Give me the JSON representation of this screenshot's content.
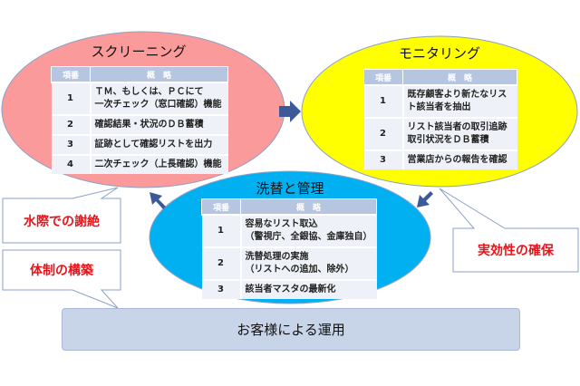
{
  "colors": {
    "screening": "#fb9a9a",
    "monitoring": "#ffff00",
    "management": "#00b0f0",
    "arrow": "#3c5a9a",
    "callout_text": "#e8141a"
  },
  "table_header": {
    "no": "項番",
    "summary": "概　略"
  },
  "screening": {
    "title": "スクリーニング",
    "rows": [
      {
        "no": "1",
        "text": "ＴＭ、もしくは、ＰＣにて\n一次チェック（窓口確認）機能"
      },
      {
        "no": "2",
        "text": "確認結果・状況のＤＢ蓄積"
      },
      {
        "no": "3",
        "text": "証跡として確認リストを出力"
      },
      {
        "no": "4",
        "text": "二次チェック（上長確認）機能"
      }
    ]
  },
  "monitoring": {
    "title": "モニタリング",
    "rows": [
      {
        "no": "1",
        "text": "既存顧客より新たなリスト該当者を抽出"
      },
      {
        "no": "2",
        "text": "リスト該当者の取引追跡\n取引状況をＤＢ蓄積"
      },
      {
        "no": "3",
        "text": "営業店からの報告を確認"
      }
    ]
  },
  "management": {
    "title": "洗替と管理",
    "rows": [
      {
        "no": "1",
        "text": "容易なリスト取込\n（警視庁、全銀協、金庫独自）"
      },
      {
        "no": "2",
        "text": "洗替処理の実施\n（リストへの追加、除外）"
      },
      {
        "no": "3",
        "text": "該当者マスタの最新化"
      }
    ]
  },
  "callouts": {
    "waterfront": "水際での謝絶",
    "system": "体制の構築",
    "effectiveness": "実効性の確保"
  },
  "footer": "お客様による運用"
}
